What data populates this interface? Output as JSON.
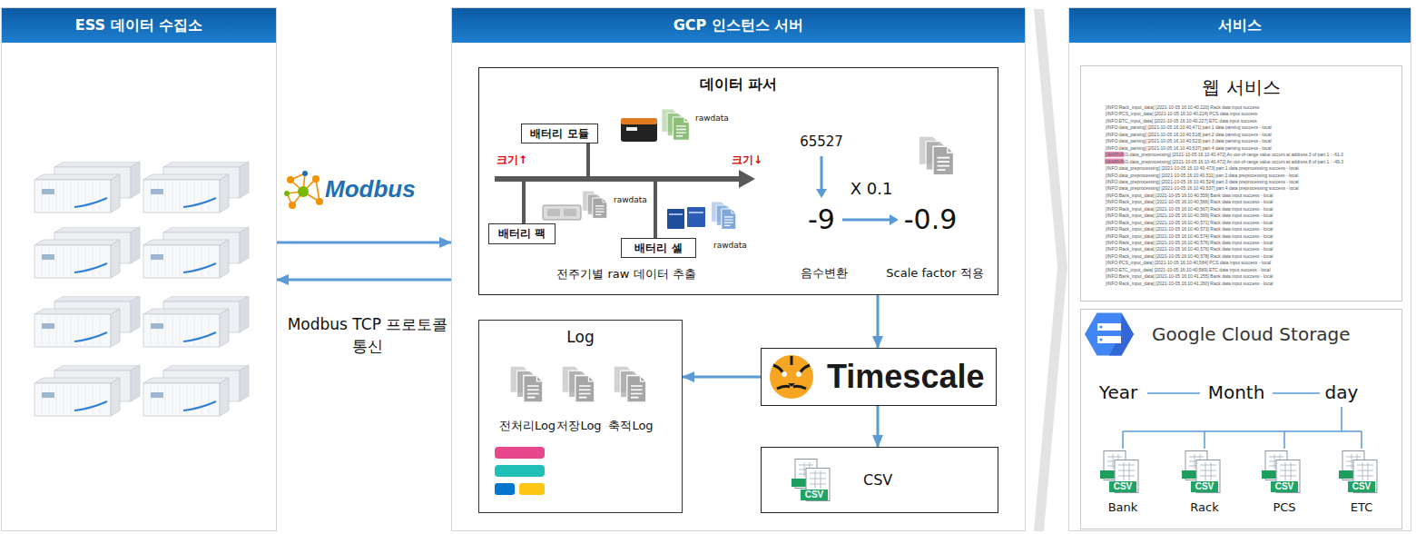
{
  "diagram": {
    "nodes": [
      {
        "text": [
          "ESS 데이터 수집소"
        ]
      },
      {
        "text": [
          "GCP 인스턴스 서버"
        ]
      },
      {
        "text": [
          "서비스"
        ]
      },
      {
        "text": [
          "데이터 파서"
        ],
        "in": 1
      },
      {
        "text": [
          "배터리 모듈"
        ],
        "in": 3
      },
      {
        "text": [
          "배터리 팩"
        ],
        "in": 3
      },
      {
        "text": [
          "배터리 셀"
        ],
        "in": 3
      },
      {
        "text": [
          "Log"
        ],
        "in": 1
      },
      {
        "text": [
          "Timescale"
        ],
        "in": 1
      },
      {
        "text": [
          "CSV"
        ],
        "in": 1
      },
      {
        "text": [
          "웹 서비스"
        ],
        "in": 2
      },
      {
        "text": [
          "Google Cloud Storage"
        ],
        "in": 2
      }
    ],
    "edges": [
      {
        "from": 0,
        "to": 1,
        "arrow": "to"
      },
      {
        "from": 1,
        "to": 0,
        "arrow": "to"
      },
      {
        "from": 3,
        "to": 8,
        "arrow": "to"
      },
      {
        "from": 8,
        "to": 7,
        "arrow": "to"
      },
      {
        "from": 8,
        "to": 9,
        "arrow": "to"
      }
    ],
    "labels": [
      "Modbus",
      "Modbus TCP 프로토콜 통신",
      "크기↑",
      "크기↓",
      "rawdata",
      "rawdata",
      "rawdata",
      "전주기별 raw 데이터 추출",
      "65527",
      "X 0.1",
      "-9",
      "-0.9",
      "음수변환",
      "Scale factor 적용",
      "전처리Log",
      "저장Log",
      "축적Log",
      "CSV",
      "[INFO:Rack_input_data] [2021-10-05 16:10:40,220] Rack data input success",
      "[INFO:PCS_input_data] [2021-10-05 16:10:40,224] PCS data input success",
      "[INFO:ETC_input_data] [2021-10-05 16:10:40,227] ETC data input success",
      "[INFO:data_parsing] [2021-10-05 16:10:40,471] part 1 data parsing success - local",
      "[INFO:data_parsing] [2021-10-05 16:10:40,518] part 2 data parsing success - local",
      "[INFO:data_parsing] [2021-10-05 16:10:40,523] part 3 data parsing success - local",
      "[INFO:data_parsing] [2021-10-05 16:10:40,537] part 4 data parsing success - local",
      "[WARNING:data_preprocessing] [2021-10-05 16:10:40,472] An out-of-range value occurs at address 3 of part 1 : -61.0",
      "[WARNING:data_preprocessing] [2021-10-05 16:10:40,472] An out-of-range value occurs at address 8 of part 1 : -49.3",
      "[INFO:data_preprocessing] [2021-10-05 16:10:40,473] part 1 data preprocessing success - local",
      "[INFO:data_preprocessing] [2021-10-05 16:10:40,511] part 2 data preprocessing success - local",
      "[INFO:data_preprocessing] [2021-10-05 16:10:40,524] part 3 data preprocessing success - local",
      "[INFO:data_preprocessing] [2021-10-05 16:10:40,537] part 4 data preprocessing success - local",
      "[INFO:Bank_input_data] [2021-10-05 16:10:40,559] Bank data input success - local",
      "[INFO:Rack_input_data] [2021-10-05 16:10:40,566] Rack data input success - local",
      "[INFO:Rack_input_data] [2021-10-05 16:10:40,567] Rack data input success - local",
      "[INFO:Rack_input_data] [2021-10-05 16:10:40,569] Rack data input success - local",
      "[INFO:Rack_input_data] [2021-10-05 16:10:40,571] Rack data input success - local",
      "[INFO:Rack_input_data] [2021-10-05 16:10:40,573] Rack data input success - local",
      "[INFO:Rack_input_data] [2021-10-05 16:10:40,574] Rack data input success - local",
      "[INFO:Rack_input_data] [2021-10-05 16:10:40,576] Rack data input success - local",
      "[INFO:Rack_input_data] [2021-10-05 16:10:40,576] Rack data input success - local",
      "[INFO:Rack_input_data] [2021-10-05 16:10:40,578] Rack data input success - local",
      "[INFO:PCS_input_data] [2021-10-05 16:10:40,584] PCS data input success - local",
      "[INFO:ETC_input_data] [2021-10-05 16:10:40,589] ETC data input success - local",
      "[INFO:Bank_input_data] [2021-10-05 16:10:41,255] Bank data input success - local",
      "[INFO:Rack_input_data] [2021-10-05 16:10:41,260] Rack data input success - local",
      "Year",
      "Month",
      "day",
      "CSV",
      "CSV",
      "CSV",
      "CSV",
      "Bank",
      "Rack",
      "PCS",
      "ETC"
    ]
  }
}
